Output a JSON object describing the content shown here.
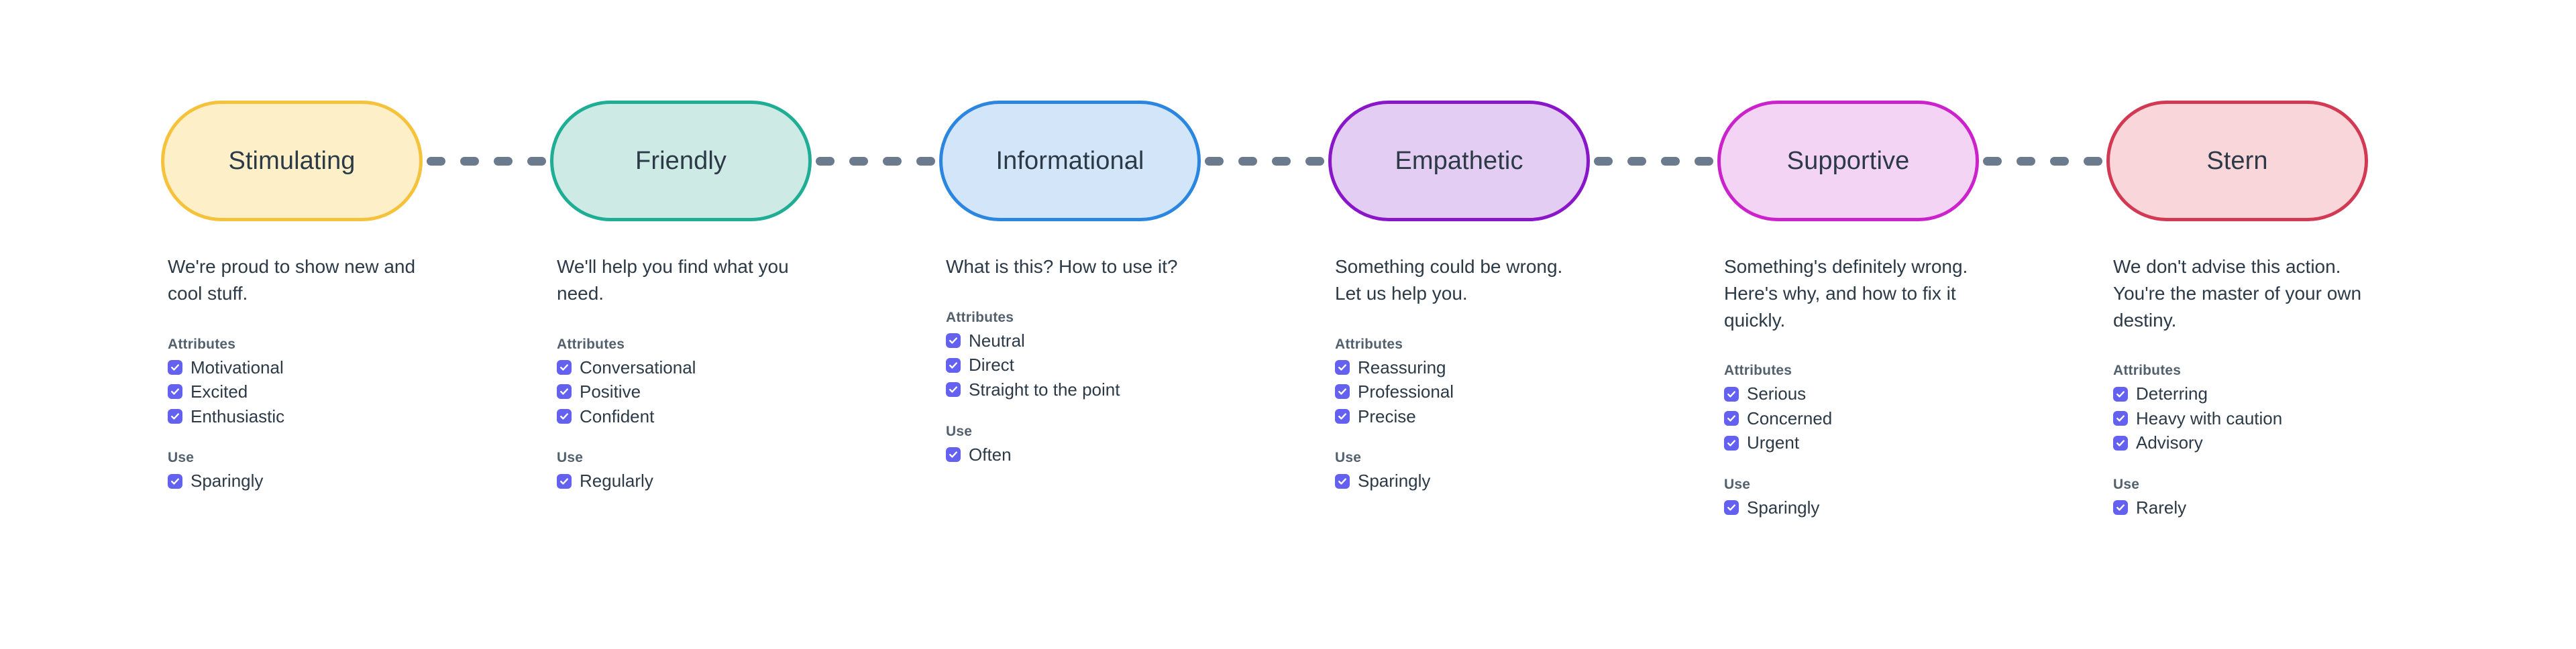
{
  "theme": {
    "page_background": "#ffffff",
    "text_color": "#2c3a47",
    "label_color": "#53616e",
    "checkbox_color": "#6460f0",
    "connector_color": "#6b7a8d"
  },
  "connector": {
    "icon": "dashed-line",
    "dash_count": 4
  },
  "groups": {
    "attributes_label": "Attributes",
    "use_label": "Use"
  },
  "tones": [
    {
      "name": "Stimulating",
      "fill": "#fdf0c8",
      "stroke": "#f5c33b",
      "description": "We're proud to show new and cool stuff.",
      "attributes": [
        "Motivational",
        "Excited",
        "Enthusiastic"
      ],
      "use": [
        "Sparingly"
      ]
    },
    {
      "name": "Friendly",
      "fill": "#cdeae4",
      "stroke": "#1fae95",
      "description": "We'll help you find what you need.",
      "attributes": [
        "Conversational",
        "Positive",
        "Confident"
      ],
      "use": [
        "Regularly"
      ]
    },
    {
      "name": "Informational",
      "fill": "#d3e5f8",
      "stroke": "#2a86df",
      "description": "What is this? How to use it?",
      "attributes": [
        "Neutral",
        "Direct",
        "Straight to the point"
      ],
      "use": [
        "Often"
      ]
    },
    {
      "name": "Empathetic",
      "fill": "#e4cdf2",
      "stroke": "#8a16c9",
      "description": "Something could be wrong. Let us help you.",
      "attributes": [
        "Reassuring",
        "Professional",
        "Precise"
      ],
      "use": [
        "Sparingly"
      ]
    },
    {
      "name": "Supportive",
      "fill": "#f3d4f5",
      "stroke": "#cc22cc",
      "description": "Something's definitely wrong. Here's why, and how to fix it quickly.",
      "attributes": [
        "Serious",
        "Concerned",
        "Urgent"
      ],
      "use": [
        "Sparingly"
      ]
    },
    {
      "name": "Stern",
      "fill": "#f9d6da",
      "stroke": "#d23a53",
      "description": "We don't advise this action. You're the master of your own destiny.",
      "attributes": [
        "Deterring",
        "Heavy with caution",
        "Advisory"
      ],
      "use": [
        "Rarely"
      ]
    }
  ]
}
